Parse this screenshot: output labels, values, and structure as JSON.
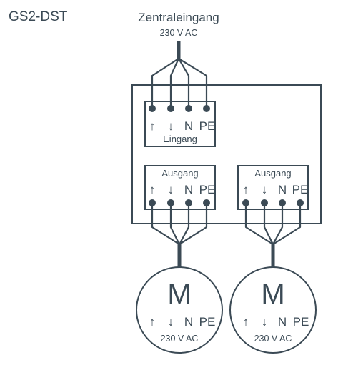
{
  "title": "GS2-DST",
  "input": {
    "label": "Zentraleingang",
    "voltage": "230 V AC"
  },
  "terminals": {
    "up": "↑",
    "down": "↓",
    "n": "N",
    "pe": "PE"
  },
  "eingang_label": "Eingang",
  "ausgang_label": "Ausgang",
  "motor": {
    "symbol": "M",
    "voltage": "230 V AC"
  },
  "colors": {
    "line": "#3b4a55",
    "background": "#ffffff"
  }
}
